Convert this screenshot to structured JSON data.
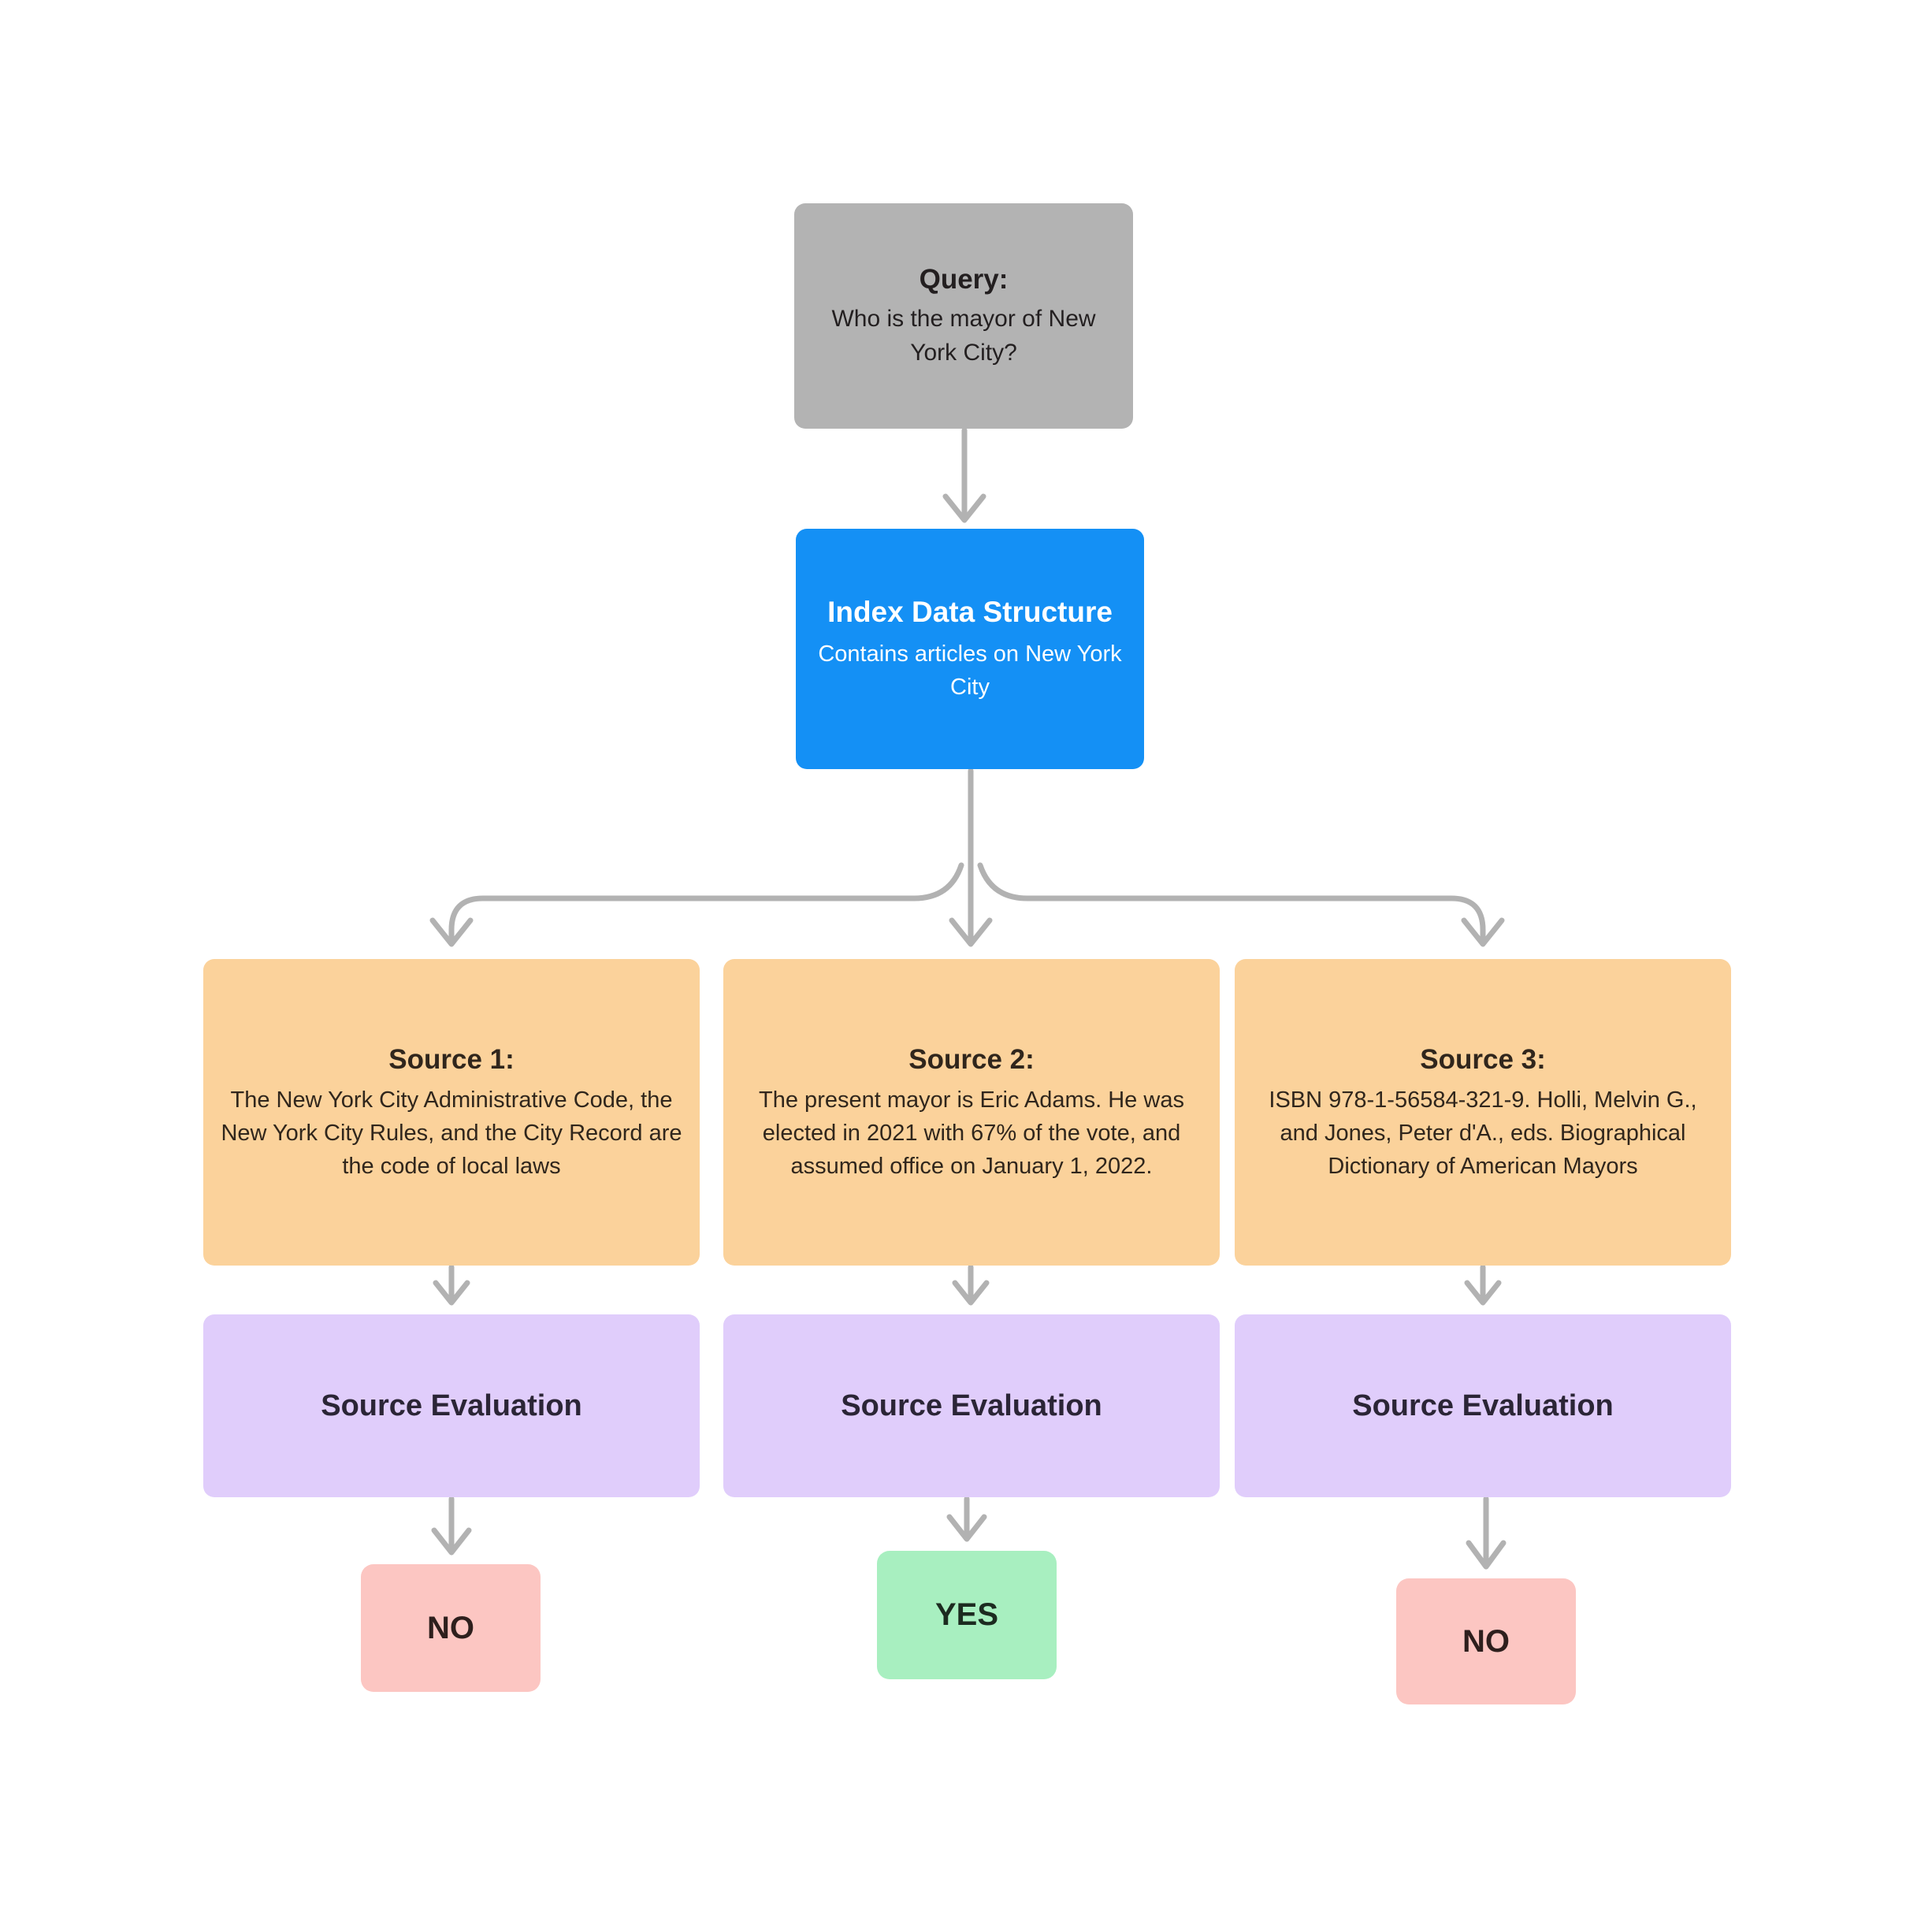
{
  "diagram": {
    "type": "flowchart",
    "orientation": "top-down",
    "background_color": "#ffffff",
    "connector_color": "#b2b2b2"
  },
  "query": {
    "title": "Query:",
    "body": "Who is the mayor of New York City?",
    "color": "#b3b3b3"
  },
  "index": {
    "title": "Index Data Structure",
    "body": "Contains articles on New York City",
    "color": "#1490f5"
  },
  "sources": [
    {
      "title": "Source 1:",
      "body": "The New York City Administrative Code, the New York City Rules, and the City Record are the code of local laws",
      "color": "#fbd29b"
    },
    {
      "title": "Source 2:",
      "body": "The present mayor is Eric Adams. He was elected in 2021 with 67% of the vote, and assumed office on January 1, 2022.",
      "color": "#fbd29b"
    },
    {
      "title": "Source 3:",
      "body": "ISBN 978-1-56584-321-9. Holli, Melvin G., and Jones, Peter d'A., eds. Biographical Dictionary of American Mayors",
      "color": "#fbd29b"
    }
  ],
  "evaluations": [
    {
      "title": "Source Evaluation",
      "color": "#e0cdfb"
    },
    {
      "title": "Source Evaluation",
      "color": "#e0cdfb"
    },
    {
      "title": "Source Evaluation",
      "color": "#e0cdfb"
    }
  ],
  "verdicts": [
    {
      "title": "NO",
      "color": "#fcc6c2"
    },
    {
      "title": "YES",
      "color": "#a8efc0"
    },
    {
      "title": "NO",
      "color": "#fcc6c2"
    }
  ]
}
